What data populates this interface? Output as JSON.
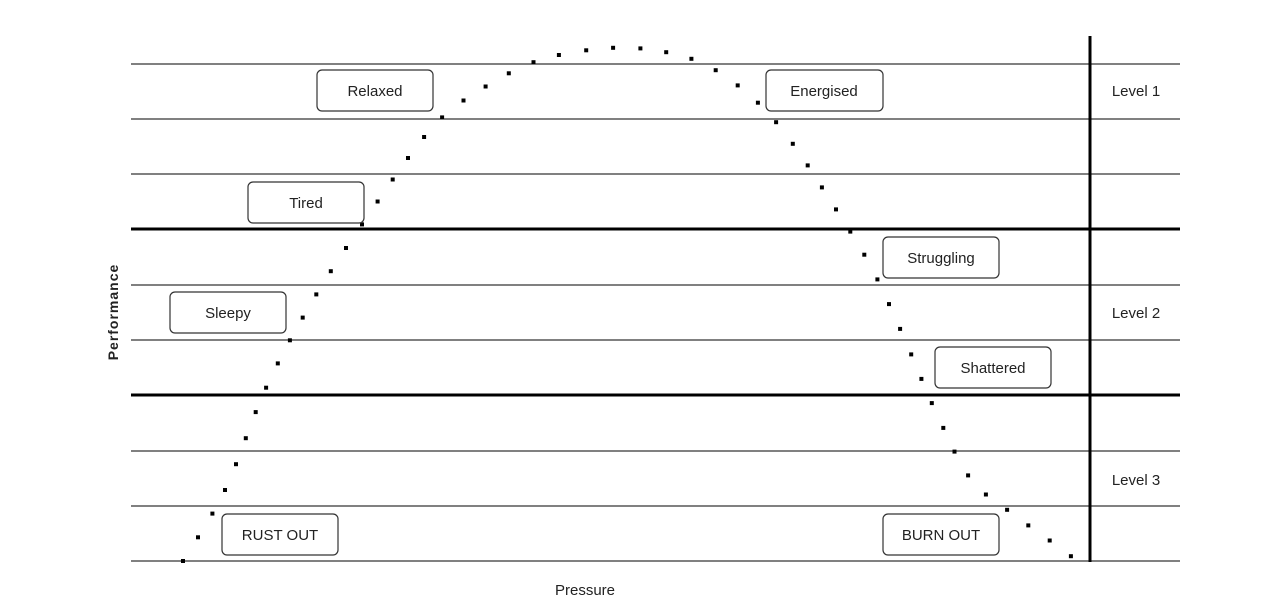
{
  "axes": {
    "x_label": "Pressure",
    "y_label": "Performance"
  },
  "levels": [
    {
      "label": "Level 1"
    },
    {
      "label": "Level 2"
    },
    {
      "label": "Level 3"
    }
  ],
  "states": {
    "relaxed": "Relaxed",
    "energised": "Energised",
    "tired": "Tired",
    "struggling": "Struggling",
    "sleepy": "Sleepy",
    "shattered": "Shattered",
    "rust_out": "RUST OUT",
    "burn_out": "BURN OUT"
  },
  "colors": {
    "line": "#000000",
    "box_border": "#333333",
    "text": "#222222"
  }
}
